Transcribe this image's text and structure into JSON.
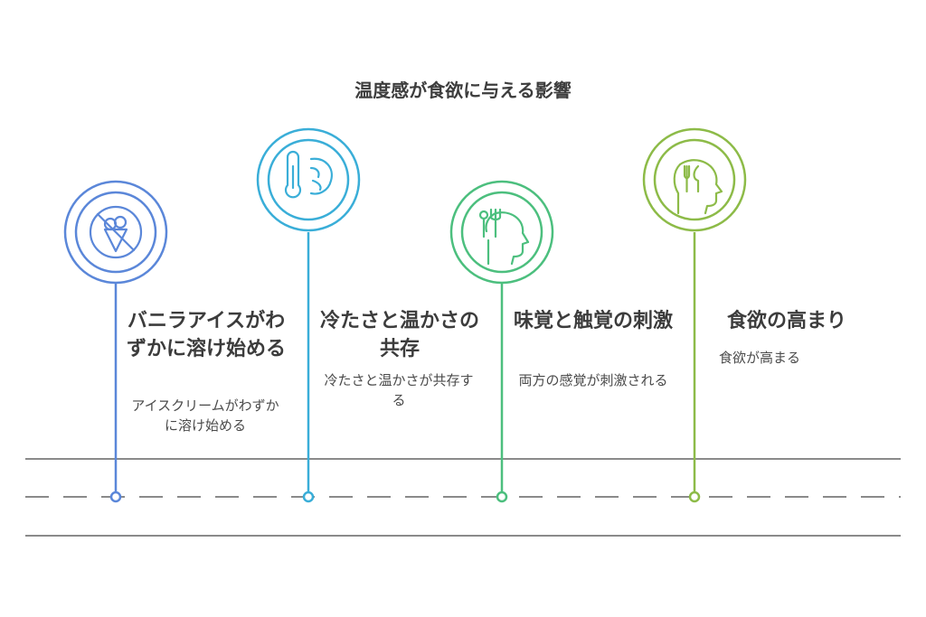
{
  "title": "温度感が食欲に与える影響",
  "colors": {
    "step1": "#5b87d9",
    "step2": "#3aaed8",
    "step3": "#4cbf7e",
    "step4": "#8dbb48",
    "road": "#8a8a8a"
  },
  "steps": [
    {
      "title": "バニラアイスがわずかに溶け始める",
      "description": "アイスクリームがわずかに溶け始める",
      "icon": "no-ice-cream-icon"
    },
    {
      "title": "冷たさと温かさの共存",
      "description": "冷たさと温かさが共存する",
      "icon": "thermometer-brain-icon"
    },
    {
      "title": "味覚と触覚の刺激",
      "description": "両方の感覚が刺激される",
      "icon": "head-utensils-icon"
    },
    {
      "title": "食欲の高まり",
      "description": "食欲が高まる",
      "icon": "head-fork-knife-icon"
    }
  ]
}
